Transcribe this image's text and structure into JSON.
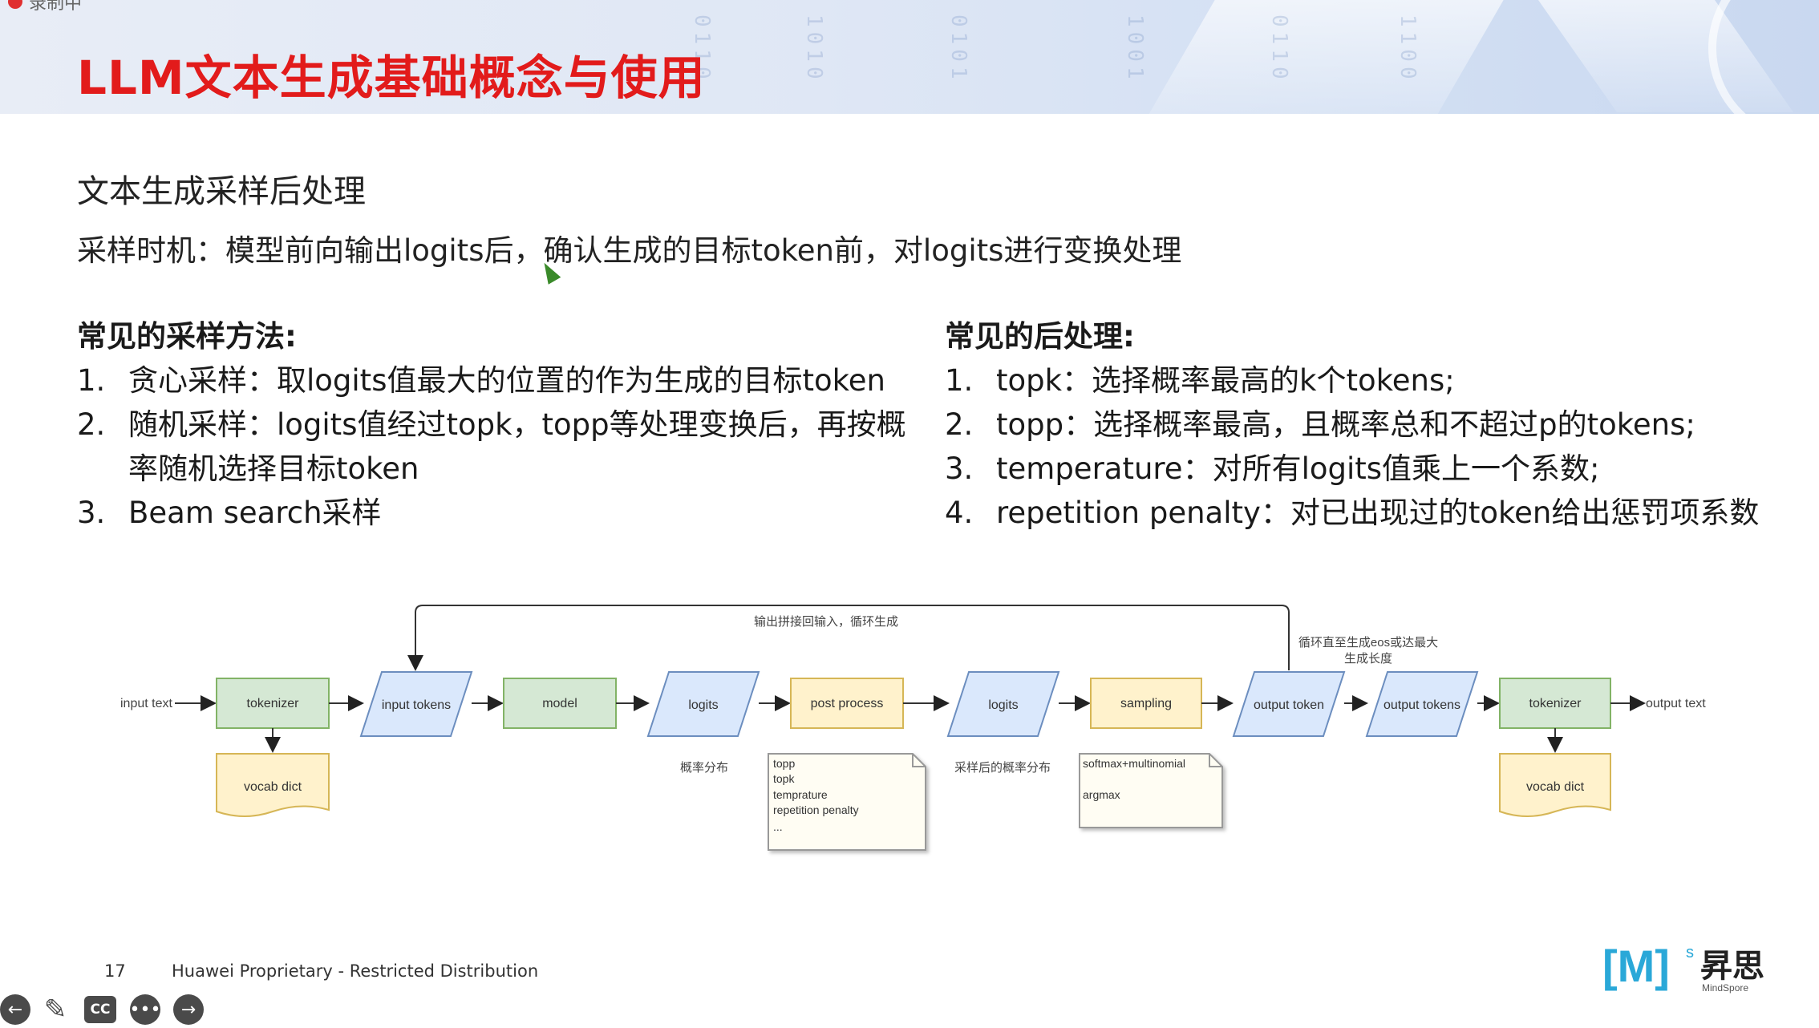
{
  "header": {
    "recording_label": "录制中",
    "title": "LLM文本生成基础概念与使用"
  },
  "section": {
    "heading": "文本生成采样后处理",
    "timing": "采样时机：模型前向输出logits后，确认生成的目标token前，对logits进行变换处理"
  },
  "left": {
    "heading": "常见的采样方法:",
    "items": [
      {
        "num": "1.",
        "text": "贪心采样：取logits值最大的位置的作为生成的目标token"
      },
      {
        "num": "2.",
        "text": "随机采样：logits值经过topk，topp等处理变换后，再按概率随机选择目标token"
      },
      {
        "num": "3.",
        "text": "Beam search采样"
      }
    ]
  },
  "right": {
    "heading": "常见的后处理:",
    "items": [
      {
        "num": "1.",
        "text": "topk：选择概率最高的k个tokens;"
      },
      {
        "num": "2.",
        "text": "topp：选择概率最高，且概率总和不超过p的tokens;"
      },
      {
        "num": "3.",
        "text": "temperature：对所有logits值乘上一个系数;"
      },
      {
        "num": "4.",
        "text": "repetition penalty：对已出现过的token给出惩罚项系数"
      }
    ]
  },
  "diagram": {
    "input_text": "input text",
    "output_text": "output text",
    "loop_label": "输出拼接回输入，循环生成",
    "stop_label_1": "循环直至生成eos或达最大",
    "stop_label_2": "生成长度",
    "tokenizer_1": "tokenizer",
    "vocab_dict_1": "vocab dict",
    "input_tokens": "input tokens",
    "model": "model",
    "logits_1": "logits",
    "logits_1_caption": "概率分布",
    "post_process": "post process",
    "post_notes": [
      "topp",
      "topk",
      "temprature",
      "repetition penalty",
      "..."
    ],
    "logits_2": "logits",
    "logits_2_caption": "采样后的概率分布",
    "sampling": "sampling",
    "sampling_notes": [
      "softmax+multinomial",
      "argmax"
    ],
    "output_token": "output token",
    "output_tokens": "output tokens",
    "tokenizer_2": "tokenizer",
    "vocab_dict_2": "vocab dict"
  },
  "footer": {
    "page": "17",
    "text": "Huawei Proprietary - Restricted Distribution",
    "logo_brand": "昇思",
    "logo_sub": "MindSpore"
  },
  "toolbar": {
    "cc_label": "CC",
    "prev_icon": "arrow-left-icon",
    "pen_icon": "pen-icon",
    "more_icon": "more-icon",
    "next_icon": "arrow-right-icon"
  },
  "colors": {
    "title": "#e21b1b",
    "green_box": "#d5e8d4",
    "green_stroke": "#82b366",
    "blue_box": "#dae8fc",
    "blue_stroke": "#6c8ebf",
    "yellow_box": "#fff2cc",
    "yellow_stroke": "#d6b656"
  }
}
